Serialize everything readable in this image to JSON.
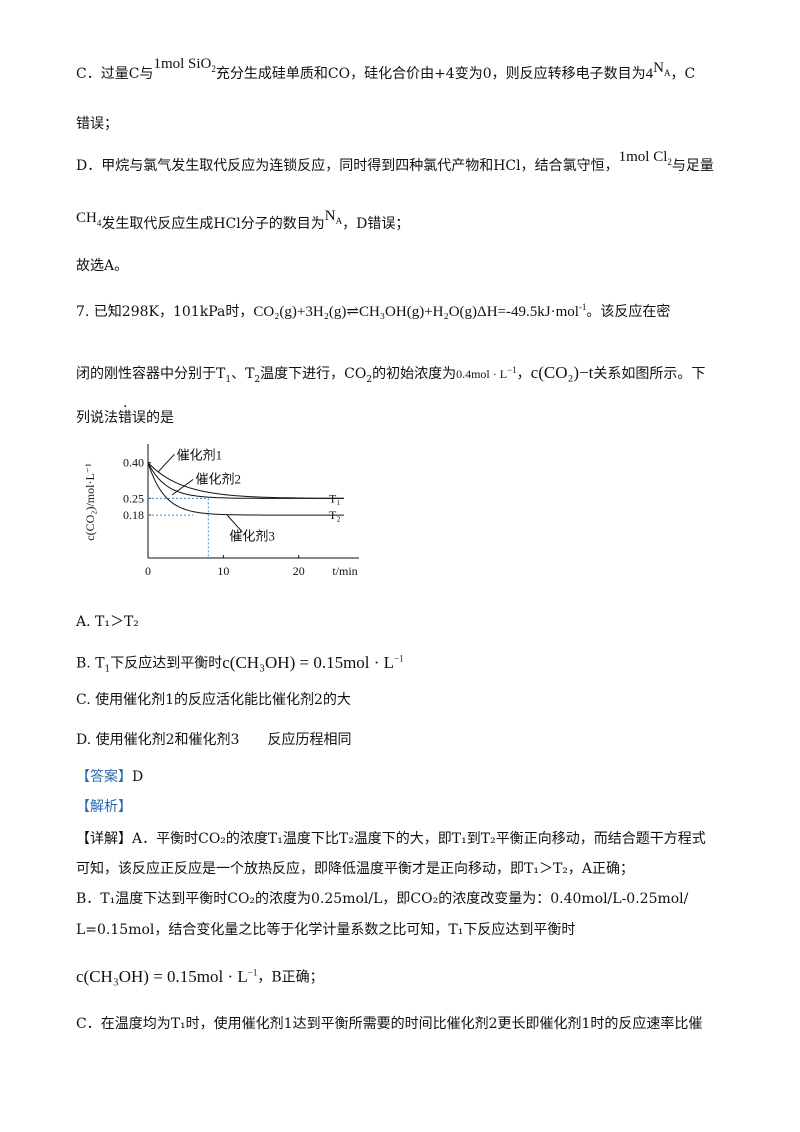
{
  "lines": {
    "c_a": "C．过量C与",
    "c_b": "1mol SiO",
    "c_c": "充分生成硅单质和CO，硅化合价由+4变为0，则反应转移电子数目为",
    "c_d": "4",
    "c_e": "N",
    "c_f": "，C",
    "c2": "错误；",
    "d_a": "D．甲烷与氯气发生取代反应为连锁反应，同时得到四种氯代产物和HCl，结合氯守恒，",
    "d_b": "1mol Cl",
    "d_c": "与足量",
    "d2_a": "CH",
    "d2_b": "发生取代反应生成HCl分子的数目为",
    "d2_c": "N",
    "d2_d": "，D错误；",
    "choose": "故选A。",
    "q7_a": "7. 已知298K，101kPa时，",
    "q7_eq": "CO₂(g)+3H₂(g)⇌CH₃OH(g)+H₂O(g)ΔH=-49.5kJ·mol",
    "q7_sup": "-1",
    "q7_b": "。该反应在密",
    "q7_2a": "闭的刚性容器中分别于T",
    "q7_2b": "、T",
    "q7_2c": "温度下进行，CO",
    "q7_2d": "的初始浓度为",
    "q7_2e": "0.4mol · L",
    "q7_2f": "，",
    "q7_2g": "c(CO₂)−t",
    "q7_2h": "关系如图所示。下",
    "q7_3a": "列说法",
    "q7_3b": "错误",
    "q7_3c": "的是",
    "optA": "A.  T₁＞T₂",
    "optB_a": "B. T",
    "optB_b": "下反应达到平衡时",
    "optB_c": "c(CH₃OH) = 0.15mol · L",
    "optC": "C. 使用催化剂1的反应活化能比催化剂2的大",
    "optD_a": "D. 使用催化剂2和催化剂3",
    "optD_b": "反应历程相同",
    "ans_label": "【答案】",
    "ans_val": "D",
    "analysis": "【解析】",
    "detA_1": "【详解】A．平衡时CO₂的浓度T₁温度下比T₂温度下的大，即T₁到T₂平衡正向移动，而结合题干方程式",
    "detA_2": "可知，该反应正反应是一个放热反应，即降低温度平衡才是正向移动，即T₁＞T₂，A正确；",
    "detB_1": "B．T₁温度下达到平衡时CO₂的浓度为0.25mol/L，即CO₂的浓度改变量为：0.40mol/L-0.25mol/",
    "detB_2": "L=0.15mol，结合变化量之比等于化学计量系数之比可知，T₁下反应达到平衡时",
    "detB_3a": "c(CH₃OH) = 0.15mol · L",
    "detB_3b": "，B正确；",
    "detC_1": "C．在温度均为T₁时，使用催化剂1达到平衡所需要的时间比催化剂2更长即催化剂1时的反应速率比催",
    "sub2": "2",
    "sub4": "4",
    "subA": "A",
    "sub1": "1",
    "supm1": "-1",
    "supL": "−1"
  },
  "chart_data": {
    "type": "line",
    "ylabel": "c(CO₂)/mol·L⁻¹",
    "xlabel": "t/min",
    "yticks": [
      "0.40",
      "0.25",
      "0.18"
    ],
    "xticks": [
      "0",
      "10",
      "20"
    ],
    "annotations": [
      "催化剂1",
      "催化剂2",
      "催化剂3"
    ],
    "series": [
      {
        "name": "T1",
        "label": "T₁",
        "equilibrium": 0.25
      },
      {
        "name": "T2",
        "label": "T₂",
        "equilibrium": 0.18
      }
    ],
    "initial": 0.4,
    "vline_t": 8
  }
}
